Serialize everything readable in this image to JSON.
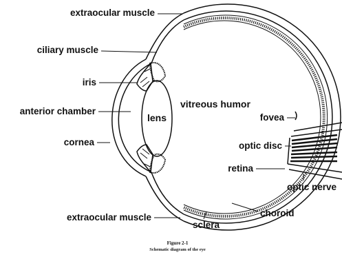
{
  "labels": {
    "extraocular_top": "extraocular muscle",
    "ciliary_muscle": "ciliary muscle",
    "iris": "iris",
    "anterior_chamber": "anterior chamber",
    "cornea": "cornea",
    "lens": "lens",
    "vitreous_humor": "vitreous humor",
    "fovea": "fovea",
    "optic_disc": "optic disc",
    "retina": "retina",
    "optic_nerve": "optic nerve",
    "choroid": "choroid",
    "sclera": "sclera",
    "extraocular_bottom": "extraocular muscle"
  },
  "caption": {
    "figure": "Figure 2-1",
    "title": "Schematic diagram of the eye"
  }
}
